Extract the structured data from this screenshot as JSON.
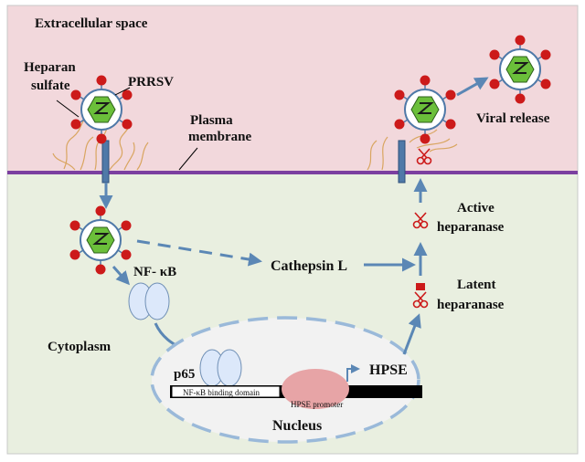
{
  "labels": {
    "extracellular": "Extracellular space",
    "heparan_line1": "Heparan",
    "heparan_line2": "sulfate",
    "prrsv": "PRRSV",
    "plasma_line1": "Plasma",
    "plasma_line2": "membrane",
    "viral_release": "Viral release",
    "active_line1": "Active",
    "active_line2": "heparanase",
    "latent_line1": "Latent",
    "latent_line2": "heparanase",
    "cathepsin": "Cathepsin L",
    "nfkb": "NF- κB",
    "cytoplasm": "Cytoplasm",
    "p65": "p65",
    "hpse": "HPSE",
    "binding_domain": "NF-κB binding domain",
    "hpse_promoter": "HPSE promoter",
    "nucleus": "Nucleus"
  },
  "colors": {
    "extracellular_bg": "#f2d8dc",
    "cytoplasm_bg": "#e9efe0",
    "membrane": "#7b3fa0",
    "arrow": "#5b87b5",
    "virion_spike": "#cc1a1a",
    "capsid": "#6bbf3a",
    "receptor": "#4f79a8",
    "nucleus_fill": "#f2f2f2",
    "nucleus_border": "#9ab9d9",
    "dna": "#000000",
    "promoter": "#e7a4a6",
    "nfkb_blob": "#dce8fa",
    "heparan_strands": "#d9a560"
  },
  "icons": {
    "virion": "prrsv-virion-icon",
    "receptor": "membrane-receptor-icon",
    "scissors": "scissors-icon",
    "latent_enzyme": "latent-heparanase-icon",
    "nfkb": "nfkb-dimer-icon"
  }
}
